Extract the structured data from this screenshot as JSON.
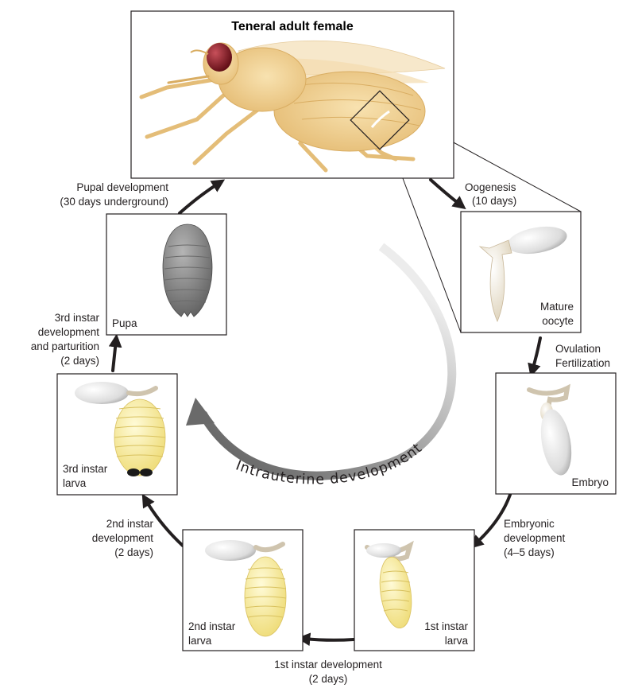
{
  "title": "Teneral adult female",
  "stages": {
    "oocyte": [
      "Mature",
      "oocyte"
    ],
    "embryo": [
      "Embryo"
    ],
    "larva1": [
      "1st instar",
      "larva"
    ],
    "larva2": [
      "2nd instar",
      "larva"
    ],
    "larva3": [
      "3rd instar",
      "larva"
    ],
    "pupa": [
      "Pupa"
    ]
  },
  "transitions": {
    "oogenesis": [
      "Oogenesis",
      "(10 days)"
    ],
    "ovulation": [
      "Ovulation",
      "Fertilization"
    ],
    "embryonic": [
      "Embryonic",
      "development",
      "(4–5 days)"
    ],
    "first_instar": [
      "1st instar development",
      "(2 days)"
    ],
    "second_instar": [
      "2nd instar",
      "development",
      "(2 days)"
    ],
    "third_instar": [
      "3rd instar",
      "development",
      "and parturition",
      "(2 days)"
    ],
    "pupal": [
      "Pupal development",
      "(30 days underground)"
    ]
  },
  "center_label": "Intrauterine development",
  "colors": {
    "frame": "#231f20",
    "fly_body": "#f1d39b",
    "eye": "#8b1d24",
    "larva_yellow": "#f5e79a",
    "oocyte": "#f4ecdc",
    "pupa_gray": "#8a8a8a"
  }
}
